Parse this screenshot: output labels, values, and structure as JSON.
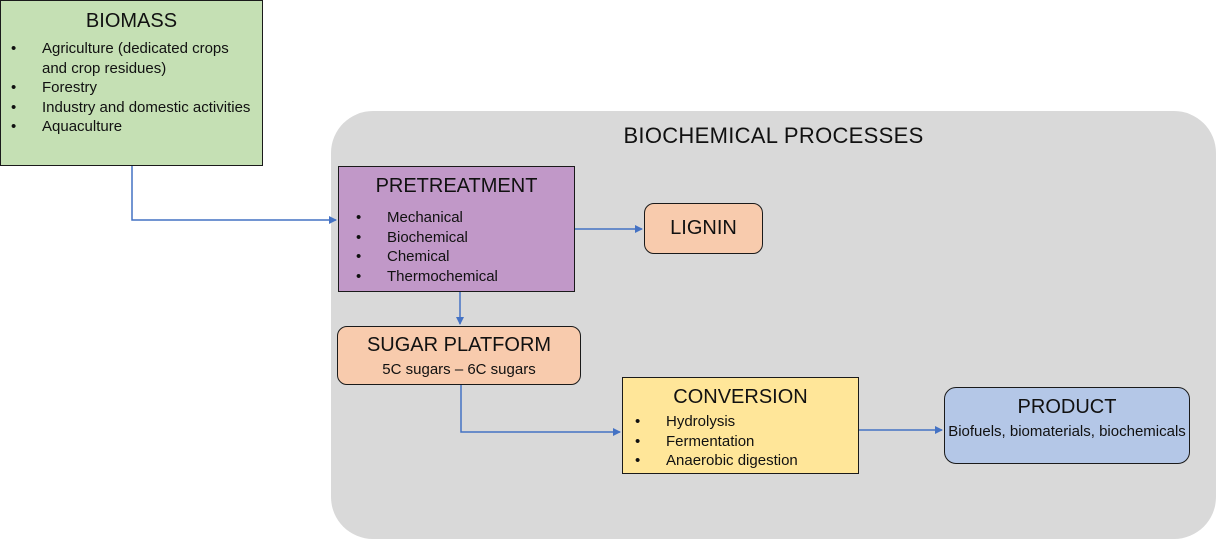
{
  "region": {
    "title": "BIOCHEMICAL PROCESSES"
  },
  "biomass": {
    "title": "BIOMASS",
    "items": [
      "Agriculture (dedicated crops and crop residues)",
      "Forestry",
      "Industry and domestic activities",
      "Aquaculture"
    ]
  },
  "pretreatment": {
    "title": "PRETREATMENT",
    "items": [
      "Mechanical",
      "Biochemical",
      "Chemical",
      "Thermochemical"
    ]
  },
  "lignin": {
    "title": "LIGNIN"
  },
  "sugar": {
    "title": "SUGAR PLATFORM",
    "subtitle": "5C sugars – 6C sugars"
  },
  "conversion": {
    "title": "CONVERSION",
    "items": [
      "Hydrolysis",
      "Fermentation",
      "Anaerobic digestion"
    ]
  },
  "product": {
    "title": "PRODUCT",
    "subtitle": "Biofuels, biomaterials, biochemicals"
  },
  "colors": {
    "biomass": "#c5e0b4",
    "pretreatment": "#c198c8",
    "lignin": "#f8cbad",
    "sugar": "#f8cbad",
    "conversion": "#ffe699",
    "product": "#b4c7e7",
    "region": "#d9d9d9",
    "arrow": "#4472c4"
  }
}
